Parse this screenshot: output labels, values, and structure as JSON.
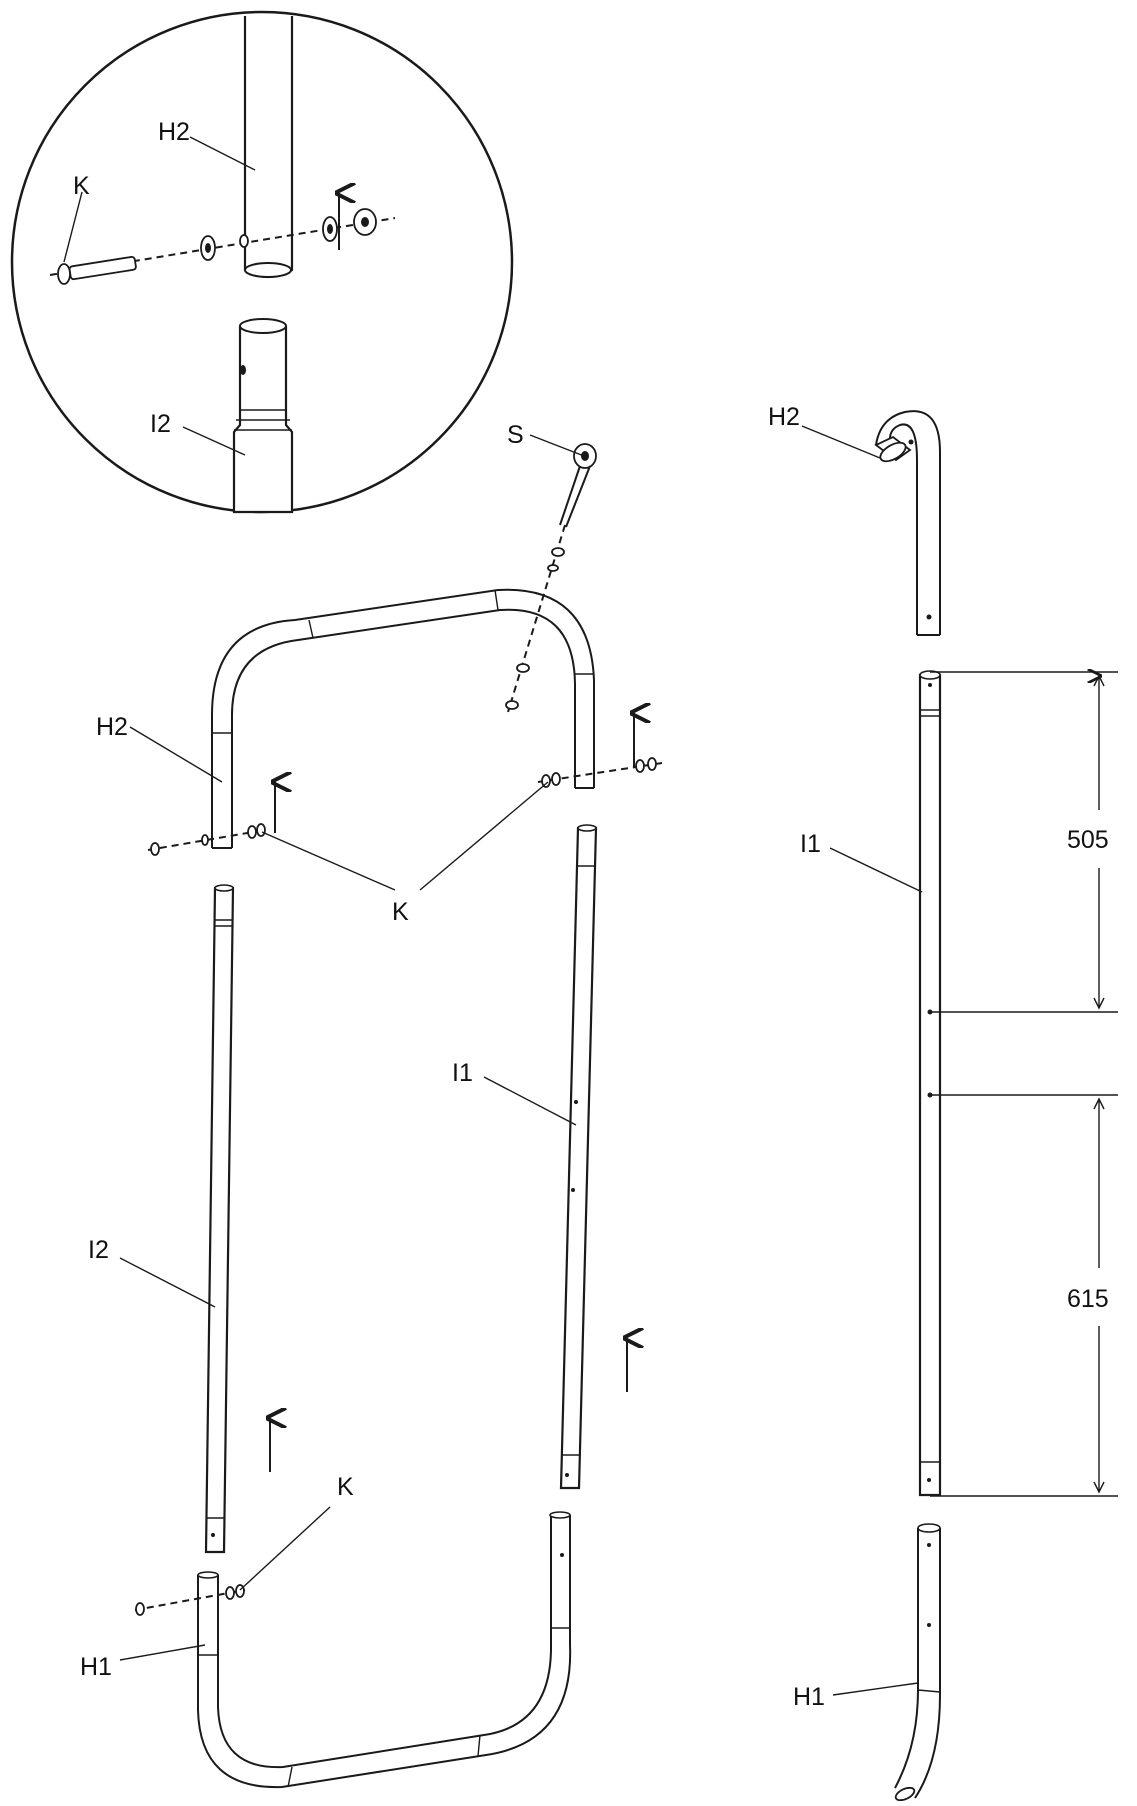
{
  "labels": {
    "detail_h2": "H2",
    "detail_k": "K",
    "detail_i2": "I2",
    "s": "S",
    "h2_left": "H2",
    "k_top": "K",
    "i1_mid": "I1",
    "i2_left": "I2",
    "k_bottom": "K",
    "h1_left": "H1",
    "h2_right": "H2",
    "i1_right": "I1",
    "h1_right": "H1"
  },
  "dimensions": {
    "upper": "505",
    "lower": "615"
  },
  "colors": {
    "ink": "#1a1a1a",
    "background": "#ffffff"
  },
  "icons": [
    "up-arrow-icon",
    "bolt-icon",
    "washer-icon",
    "nut-icon",
    "spring-hook-icon"
  ]
}
